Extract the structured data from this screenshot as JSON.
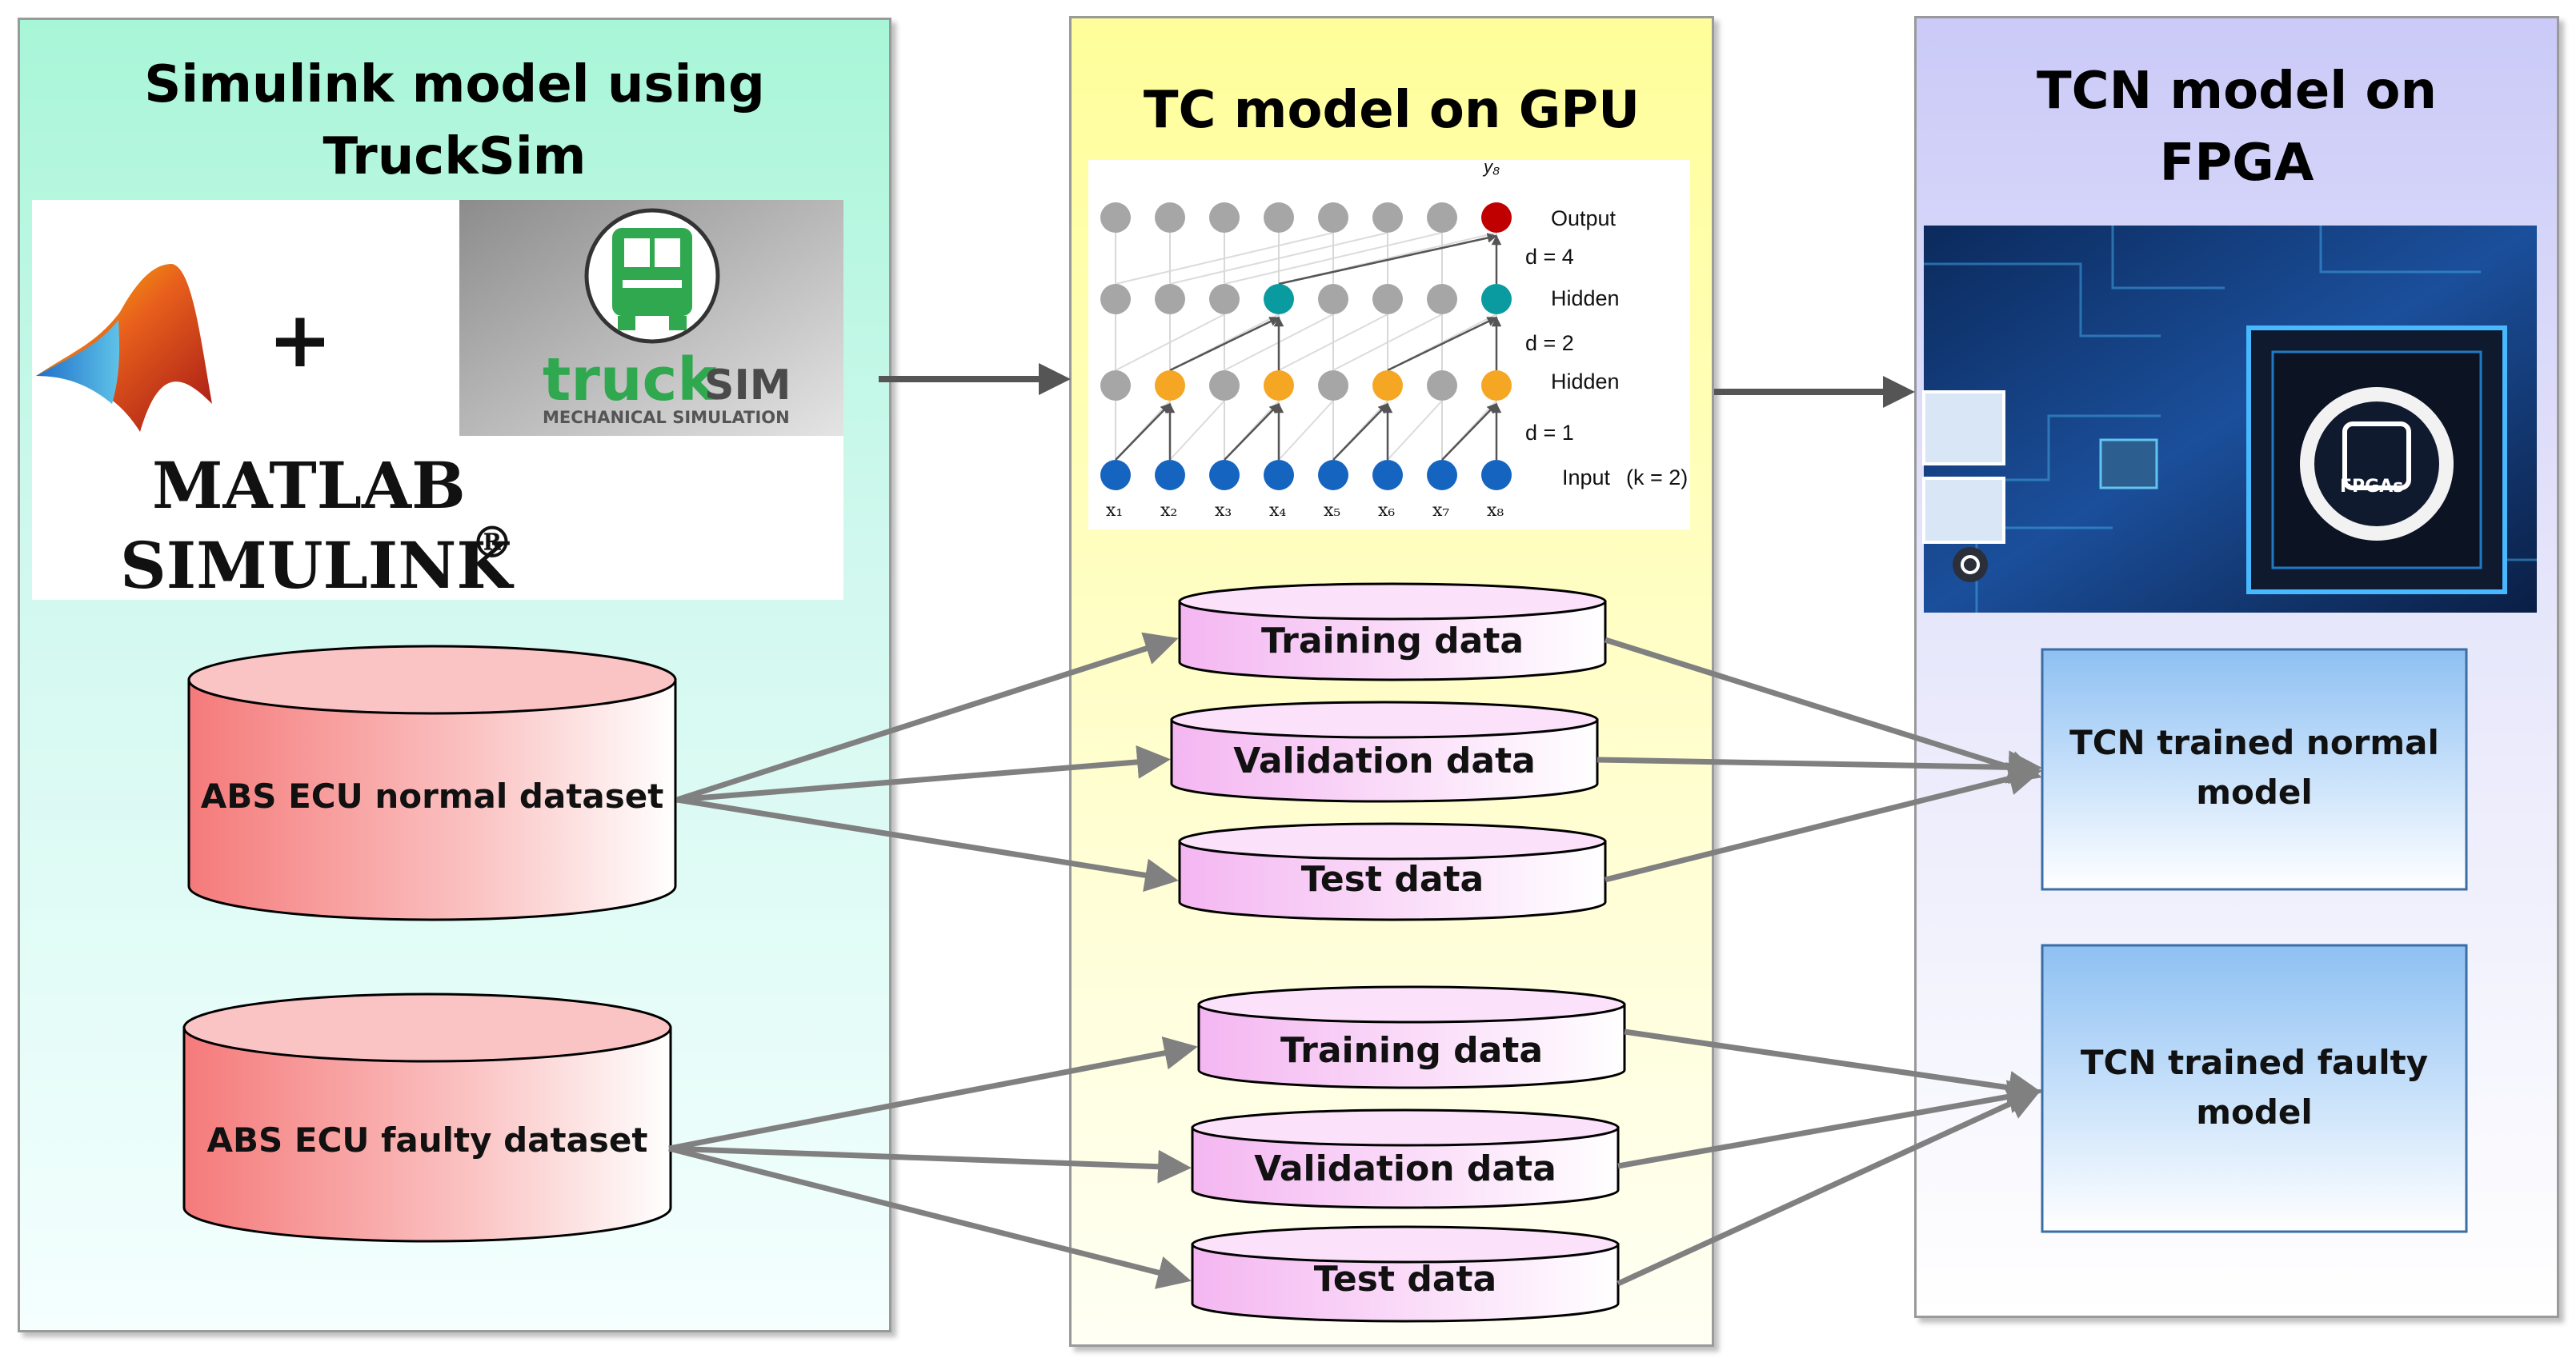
{
  "panels": {
    "left_title": "Simulink model using\nTruckSim",
    "mid_title": "TC model on GPU",
    "right_title": "TCN model on\nFPGA"
  },
  "logos": {
    "matlab_line1": "MATLAB",
    "matlab_line2": "SIMULINK",
    "registered": "®",
    "plus": "+",
    "trucksim_truck": "truck",
    "trucksim_sim": "SIM",
    "trucksim_sub": "MECHANICAL SIMULATION",
    "fpga_chip_label": "FPGAs"
  },
  "tcn_figure": {
    "output_label": "y₈",
    "rows": [
      "Output",
      "Hidden",
      "Hidden",
      "Input"
    ],
    "dilations": [
      "d = 4",
      "d = 2",
      "d = 1"
    ],
    "kernel": "(k = 2)",
    "x_labels": [
      "x₁",
      "x₂",
      "x₃",
      "x₄",
      "x₅",
      "x₆",
      "x₇",
      "x₈"
    ]
  },
  "datasets": {
    "normal": "ABS ECU normal dataset",
    "faulty": "ABS ECU faulty dataset"
  },
  "splits": {
    "training": "Training data",
    "validation": "Validation data",
    "test": "Test data"
  },
  "models": {
    "normal": "TCN trained normal\nmodel",
    "faulty": "TCN trained faulty\nmodel"
  },
  "colors": {
    "arrow": "#808080",
    "cylinder_red": "#f57a7a",
    "disk_pink": "#f7c6f4",
    "model_blue": "#8ec0f2",
    "node_gray": "#a6a6a6",
    "node_orange": "#f5a623",
    "node_teal": "#0a9ba0",
    "node_blue": "#1565c0",
    "node_red": "#c00000",
    "trucksim_green": "#2fa84f"
  }
}
